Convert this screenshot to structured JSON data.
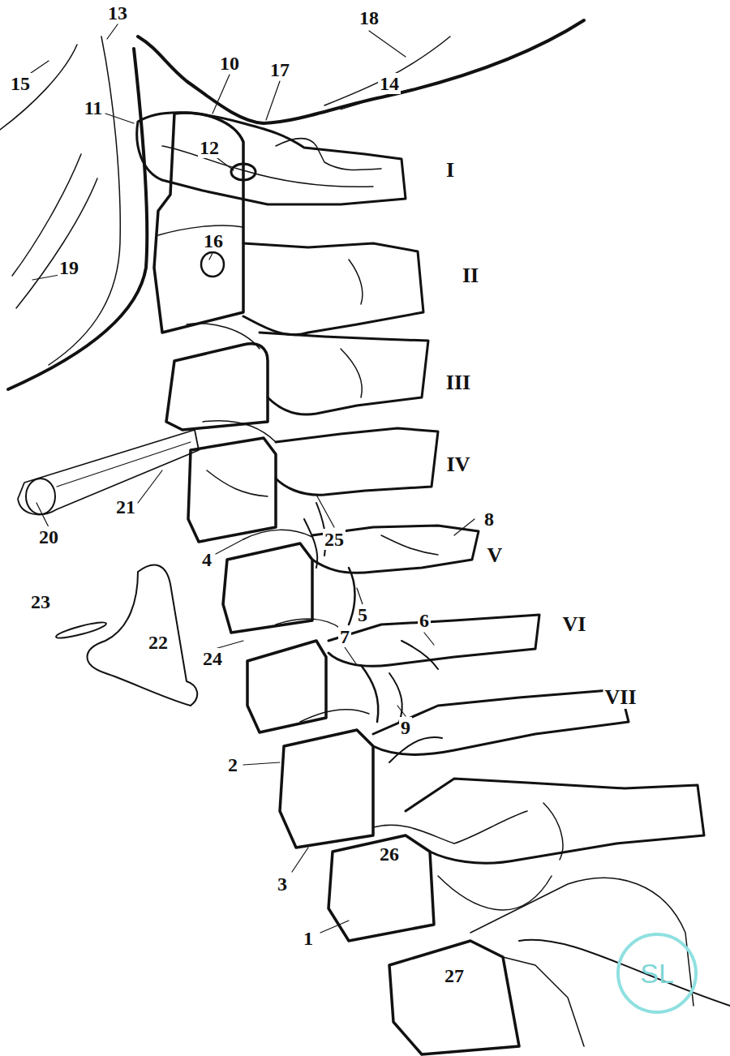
{
  "diagram": {
    "labels": [
      "13",
      "18",
      "15",
      "10",
      "17",
      "14",
      "11",
      "12",
      "I",
      "16",
      "19",
      "II",
      "III",
      "IV",
      "8",
      "20",
      "21",
      "25",
      "4",
      "V",
      "23",
      "5",
      "6",
      "VI",
      "22",
      "24",
      "7",
      "VII",
      "9",
      "2",
      "3",
      "26",
      "1",
      "27",
      "SL"
    ]
  }
}
